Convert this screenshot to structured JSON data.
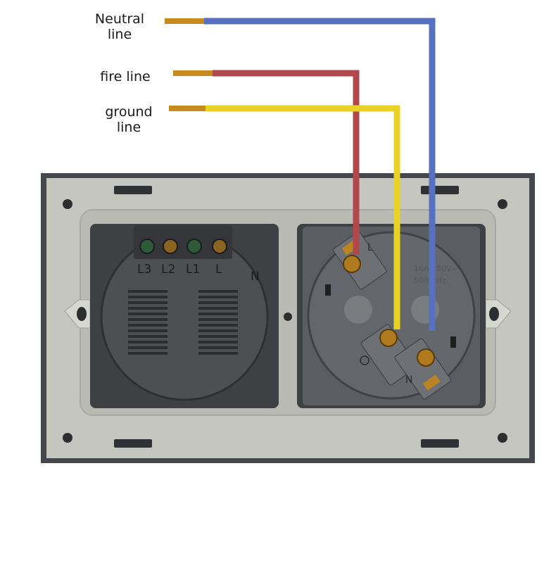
{
  "labels": {
    "neutral_line": [
      "Neutral",
      "line"
    ],
    "fire_line": [
      "fire line"
    ],
    "ground_line": [
      "ground",
      "line"
    ]
  },
  "switch_module": {
    "terminals": [
      "L3",
      "L2",
      "L1",
      "L"
    ],
    "side_mark": "N"
  },
  "socket_module": {
    "marks": [
      "L",
      "N"
    ],
    "rating": [
      "16A 250V~",
      "50/60Hz"
    ]
  },
  "wire_colors": {
    "neutral": "#5571c0",
    "fire": "#b0484c",
    "ground": "#ead224",
    "copper": "#c88a1e"
  }
}
